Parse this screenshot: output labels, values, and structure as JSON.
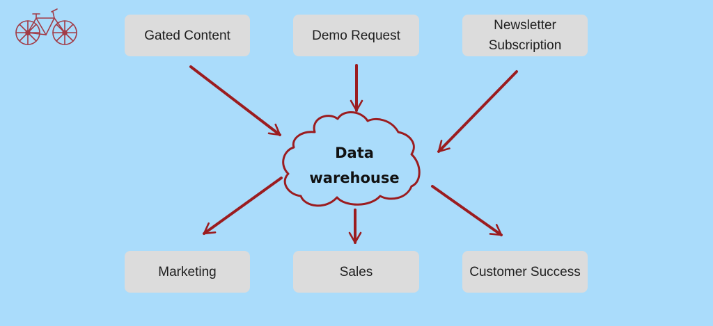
{
  "colors": {
    "background": "#aadcfb",
    "box": "#dcdcdc",
    "arrow": "#9b1c1f",
    "text": "#1d1d1d"
  },
  "logo": {
    "icon": "bicycle-icon"
  },
  "sources": {
    "gated_content": "Gated Content",
    "demo_request": "Demo Request",
    "newsletter": "Newsletter\nSubscription"
  },
  "hub": {
    "label": "Data\nwarehouse",
    "icon": "cloud-icon"
  },
  "destinations": {
    "marketing": "Marketing",
    "sales": "Sales",
    "customer_success": "Customer Success"
  }
}
